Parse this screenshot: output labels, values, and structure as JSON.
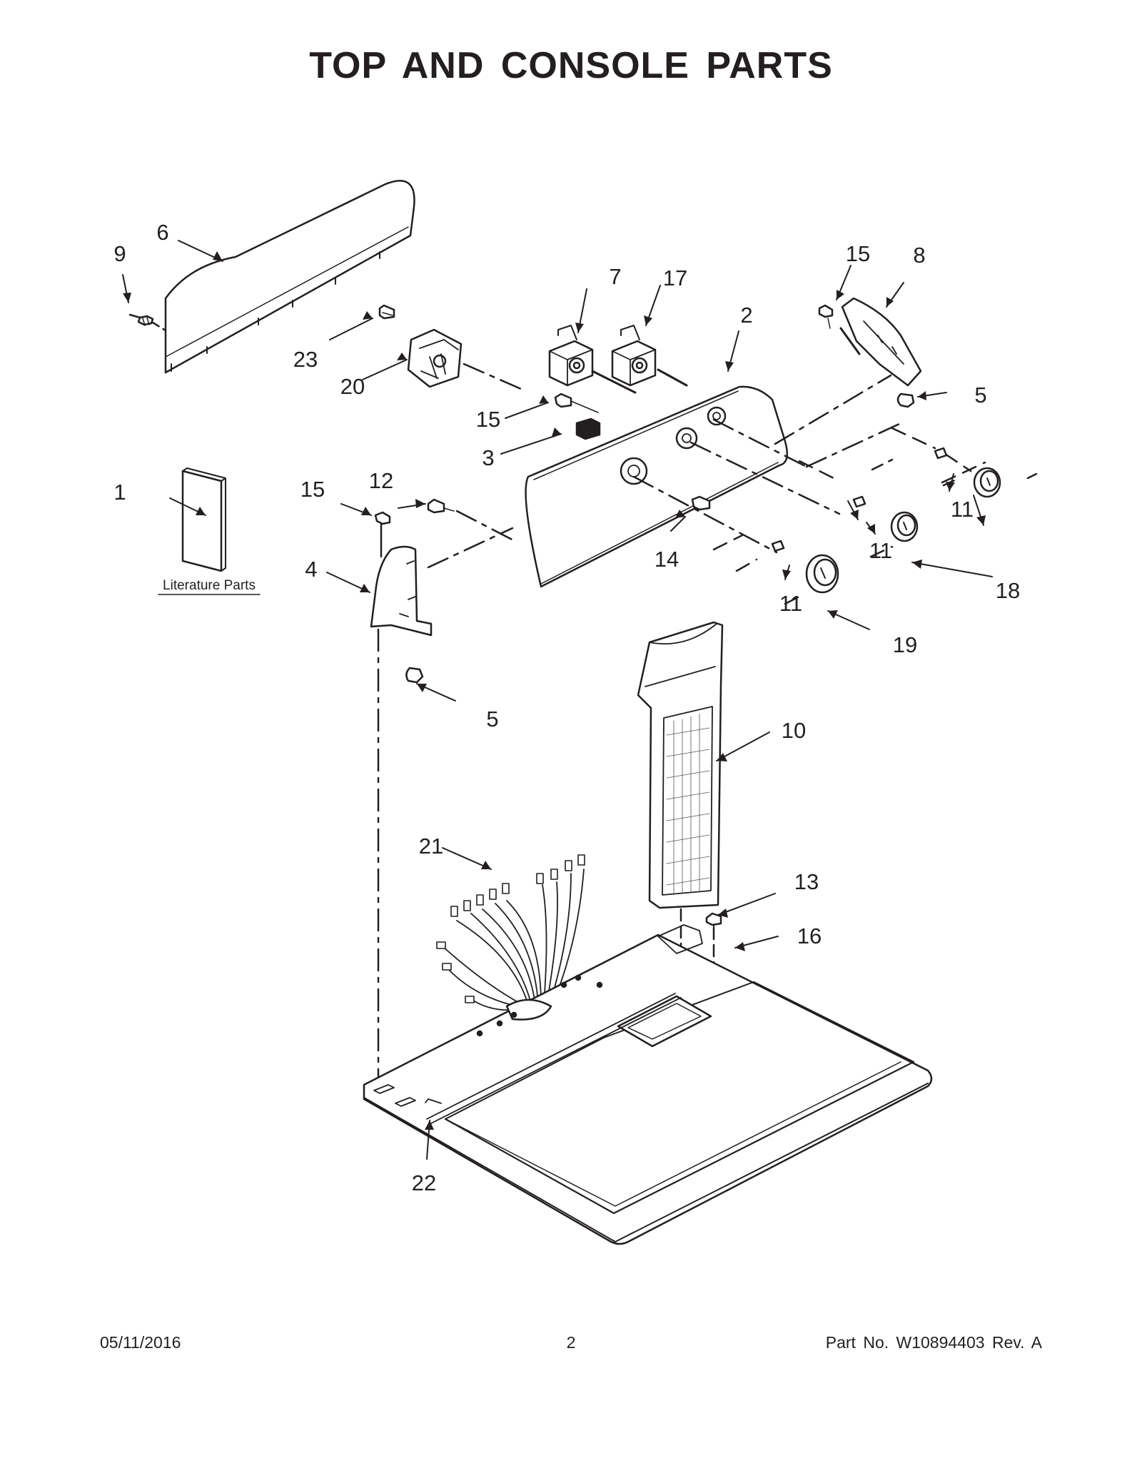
{
  "title": "TOP AND CONSOLE PARTS",
  "literature_label": "Literature Parts",
  "callouts": {
    "c1": "1",
    "c2": "2",
    "c3": "3",
    "c4": "4",
    "c5a": "5",
    "c5b": "5",
    "c6": "6",
    "c7": "7",
    "c8": "8",
    "c9": "9",
    "c10": "10",
    "c11a": "11",
    "c11b": "11",
    "c11c": "11",
    "c12": "12",
    "c13": "13",
    "c14": "14",
    "c15a": "15",
    "c15b": "15",
    "c15c": "15",
    "c16": "16",
    "c17": "17",
    "c18": "18",
    "c19": "19",
    "c20": "20",
    "c21": "21",
    "c22": "22",
    "c23": "23"
  },
  "footer": {
    "date": "05/11/2016",
    "page": "2",
    "part": "Part No.  W10894403  Rev.  A"
  }
}
